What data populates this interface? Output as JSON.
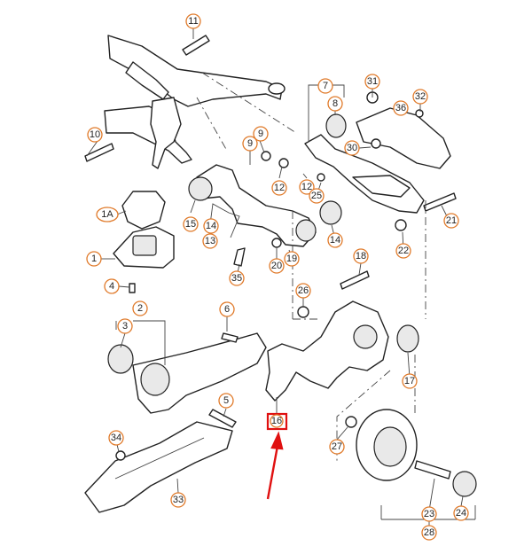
{
  "diagram": {
    "callouts": {
      "c11": "11",
      "c31": "31",
      "c7": "7",
      "c32": "32",
      "c8": "8",
      "c36": "36",
      "c10": "10",
      "c9a": "9",
      "c9b": "9",
      "c12a": "12",
      "c12b": "12",
      "c30": "30",
      "c25": "25",
      "c21": "21",
      "c15": "15",
      "c14a": "14",
      "c13": "13",
      "c14b": "14",
      "c1a": "1A",
      "c1": "1",
      "c20": "20",
      "c19": "19",
      "c22": "22",
      "c18": "18",
      "c35": "35",
      "c4": "4",
      "c26": "26",
      "c2": "2",
      "c6": "6",
      "c3": "3",
      "c17": "17",
      "c16": "16",
      "c5": "5",
      "c27": "27",
      "c34": "34",
      "c33": "33",
      "c23": "23",
      "c24": "24",
      "c28": "28"
    },
    "highlighted_part": "16",
    "colors": {
      "callout_ring": "#e07a2a",
      "highlight": "#e01010",
      "line": "#222222"
    }
  }
}
